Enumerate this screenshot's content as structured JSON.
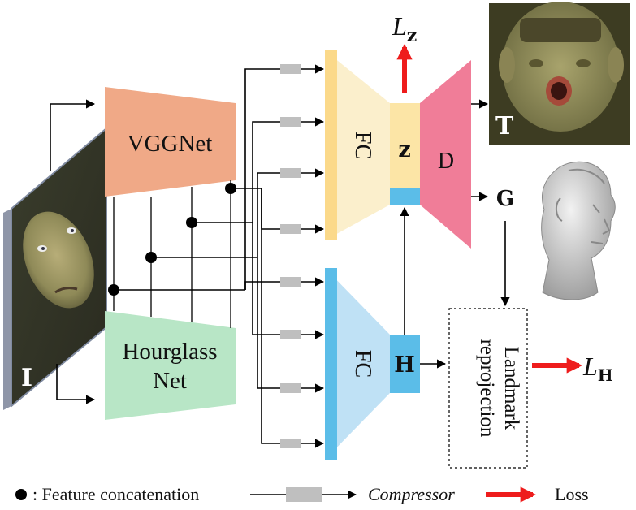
{
  "nodes": {
    "input_label": "I",
    "vggnet": "VGGNet",
    "hourglass_line1": "Hourglass",
    "hourglass_line2": "Net",
    "fc_top": "FC",
    "fc_bottom": "FC",
    "z": "z",
    "decoder": "D",
    "texture_label": "T",
    "geometry_label": "G",
    "h": "H",
    "landmark_line1": "Landmark",
    "landmark_line2": "reprojection",
    "loss_z_main": "L",
    "loss_z_sub": "z",
    "loss_h_main": "L",
    "loss_h_sub": "H"
  },
  "legend": {
    "feature_concat": ": Feature concatenation",
    "compressor": "Compressor",
    "loss": "Loss"
  },
  "colors": {
    "vgg": "#f0a987",
    "hourglass": "#b8e6c6",
    "fc_top": "#fbefcc",
    "fc_top_edge": "#fbd98a",
    "fc_bottom": "#bfe1f5",
    "fc_bottom_edge": "#5bbde8",
    "z": "#fce5a6",
    "z_bar": "#5bbde8",
    "decoder": "#f07d98",
    "h_box": "#5bbde8",
    "compressor": "#bfbfbf",
    "loss_arrow": "#ee1c1c"
  }
}
